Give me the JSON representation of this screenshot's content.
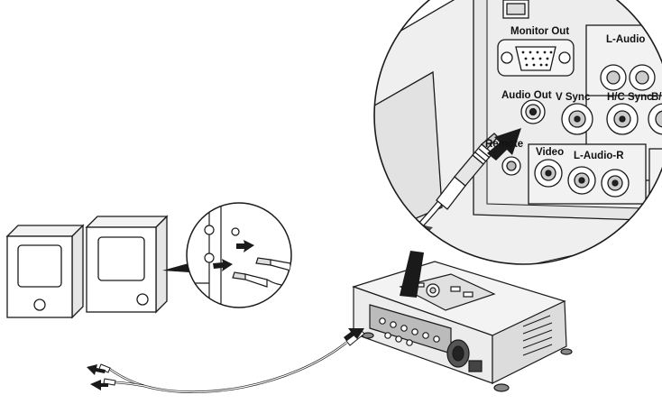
{
  "illustration": {
    "kind": "line-art",
    "colors": {
      "ink": "#1a1a1a",
      "panel": "#e9e9e9",
      "panel_dark": "#cfcfcf",
      "shadow": "#2a2a2a"
    }
  },
  "labels": {
    "monitor_out": "Monitor Out",
    "audio_out": "Audio Out",
    "v_sync": "V Sync",
    "hc_sync": "H/C Sync",
    "remote": "Remote",
    "video": "Video",
    "audio_lr_top": "L-Audio",
    "audio_lr_bottom": "L-Audio-R",
    "b_partial": "B/"
  },
  "icons": [
    "speaker-icon",
    "speaker-icon",
    "projector-icon",
    "audio-plug-icon",
    "rca-jack-icon",
    "push-arrow-icon"
  ]
}
